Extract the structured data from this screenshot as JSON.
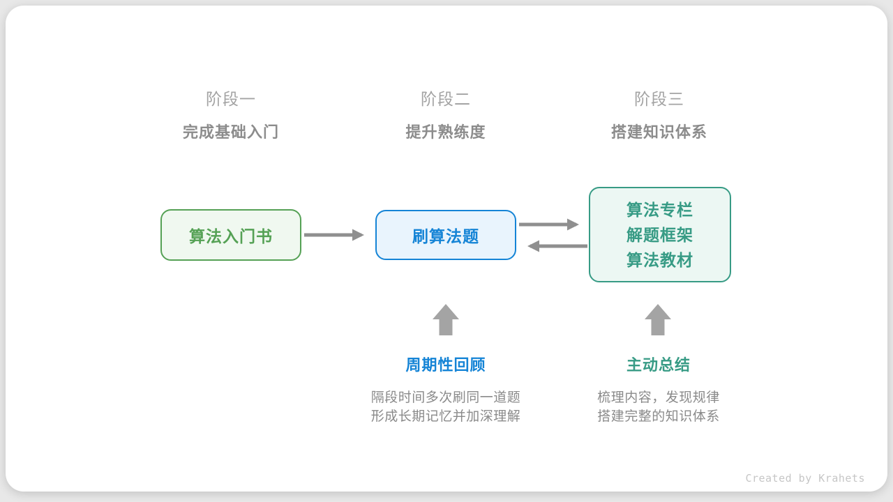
{
  "stages": [
    {
      "label": "阶段一",
      "subtitle": "完成基础入门"
    },
    {
      "label": "阶段二",
      "subtitle": "提升熟练度"
    },
    {
      "label": "阶段三",
      "subtitle": "搭建知识体系"
    }
  ],
  "nodes": [
    {
      "label": "算法入门书"
    },
    {
      "label": "刷算法题"
    },
    {
      "lines": [
        "算法专栏",
        "解题框架",
        "算法教材"
      ]
    }
  ],
  "annotations": [
    {
      "title": "周期性回顾",
      "desc": [
        "隔段时间多次刷同一道题",
        "形成长期记忆并加深理解"
      ]
    },
    {
      "title": "主动总结",
      "desc": [
        "梳理内容，发现规律",
        "搭建完整的知识体系"
      ]
    }
  ],
  "credit": "Created by Krahets",
  "colors": {
    "page_bg": "#e8e8e8",
    "green": "#55a155",
    "green_bg": "#f0f8f0",
    "blue": "#1584d6",
    "blue_bg": "#e9f4fd",
    "teal": "#379b85",
    "teal_bg": "#ecf7f3",
    "gray_label": "#a3a3a3",
    "gray_subtitle": "#8c8c8c",
    "gray_text": "#8a8a8a",
    "arrow": "#8f8f8f",
    "block_arrow": "#a4a4a4",
    "credit": "#c6c6c6"
  }
}
